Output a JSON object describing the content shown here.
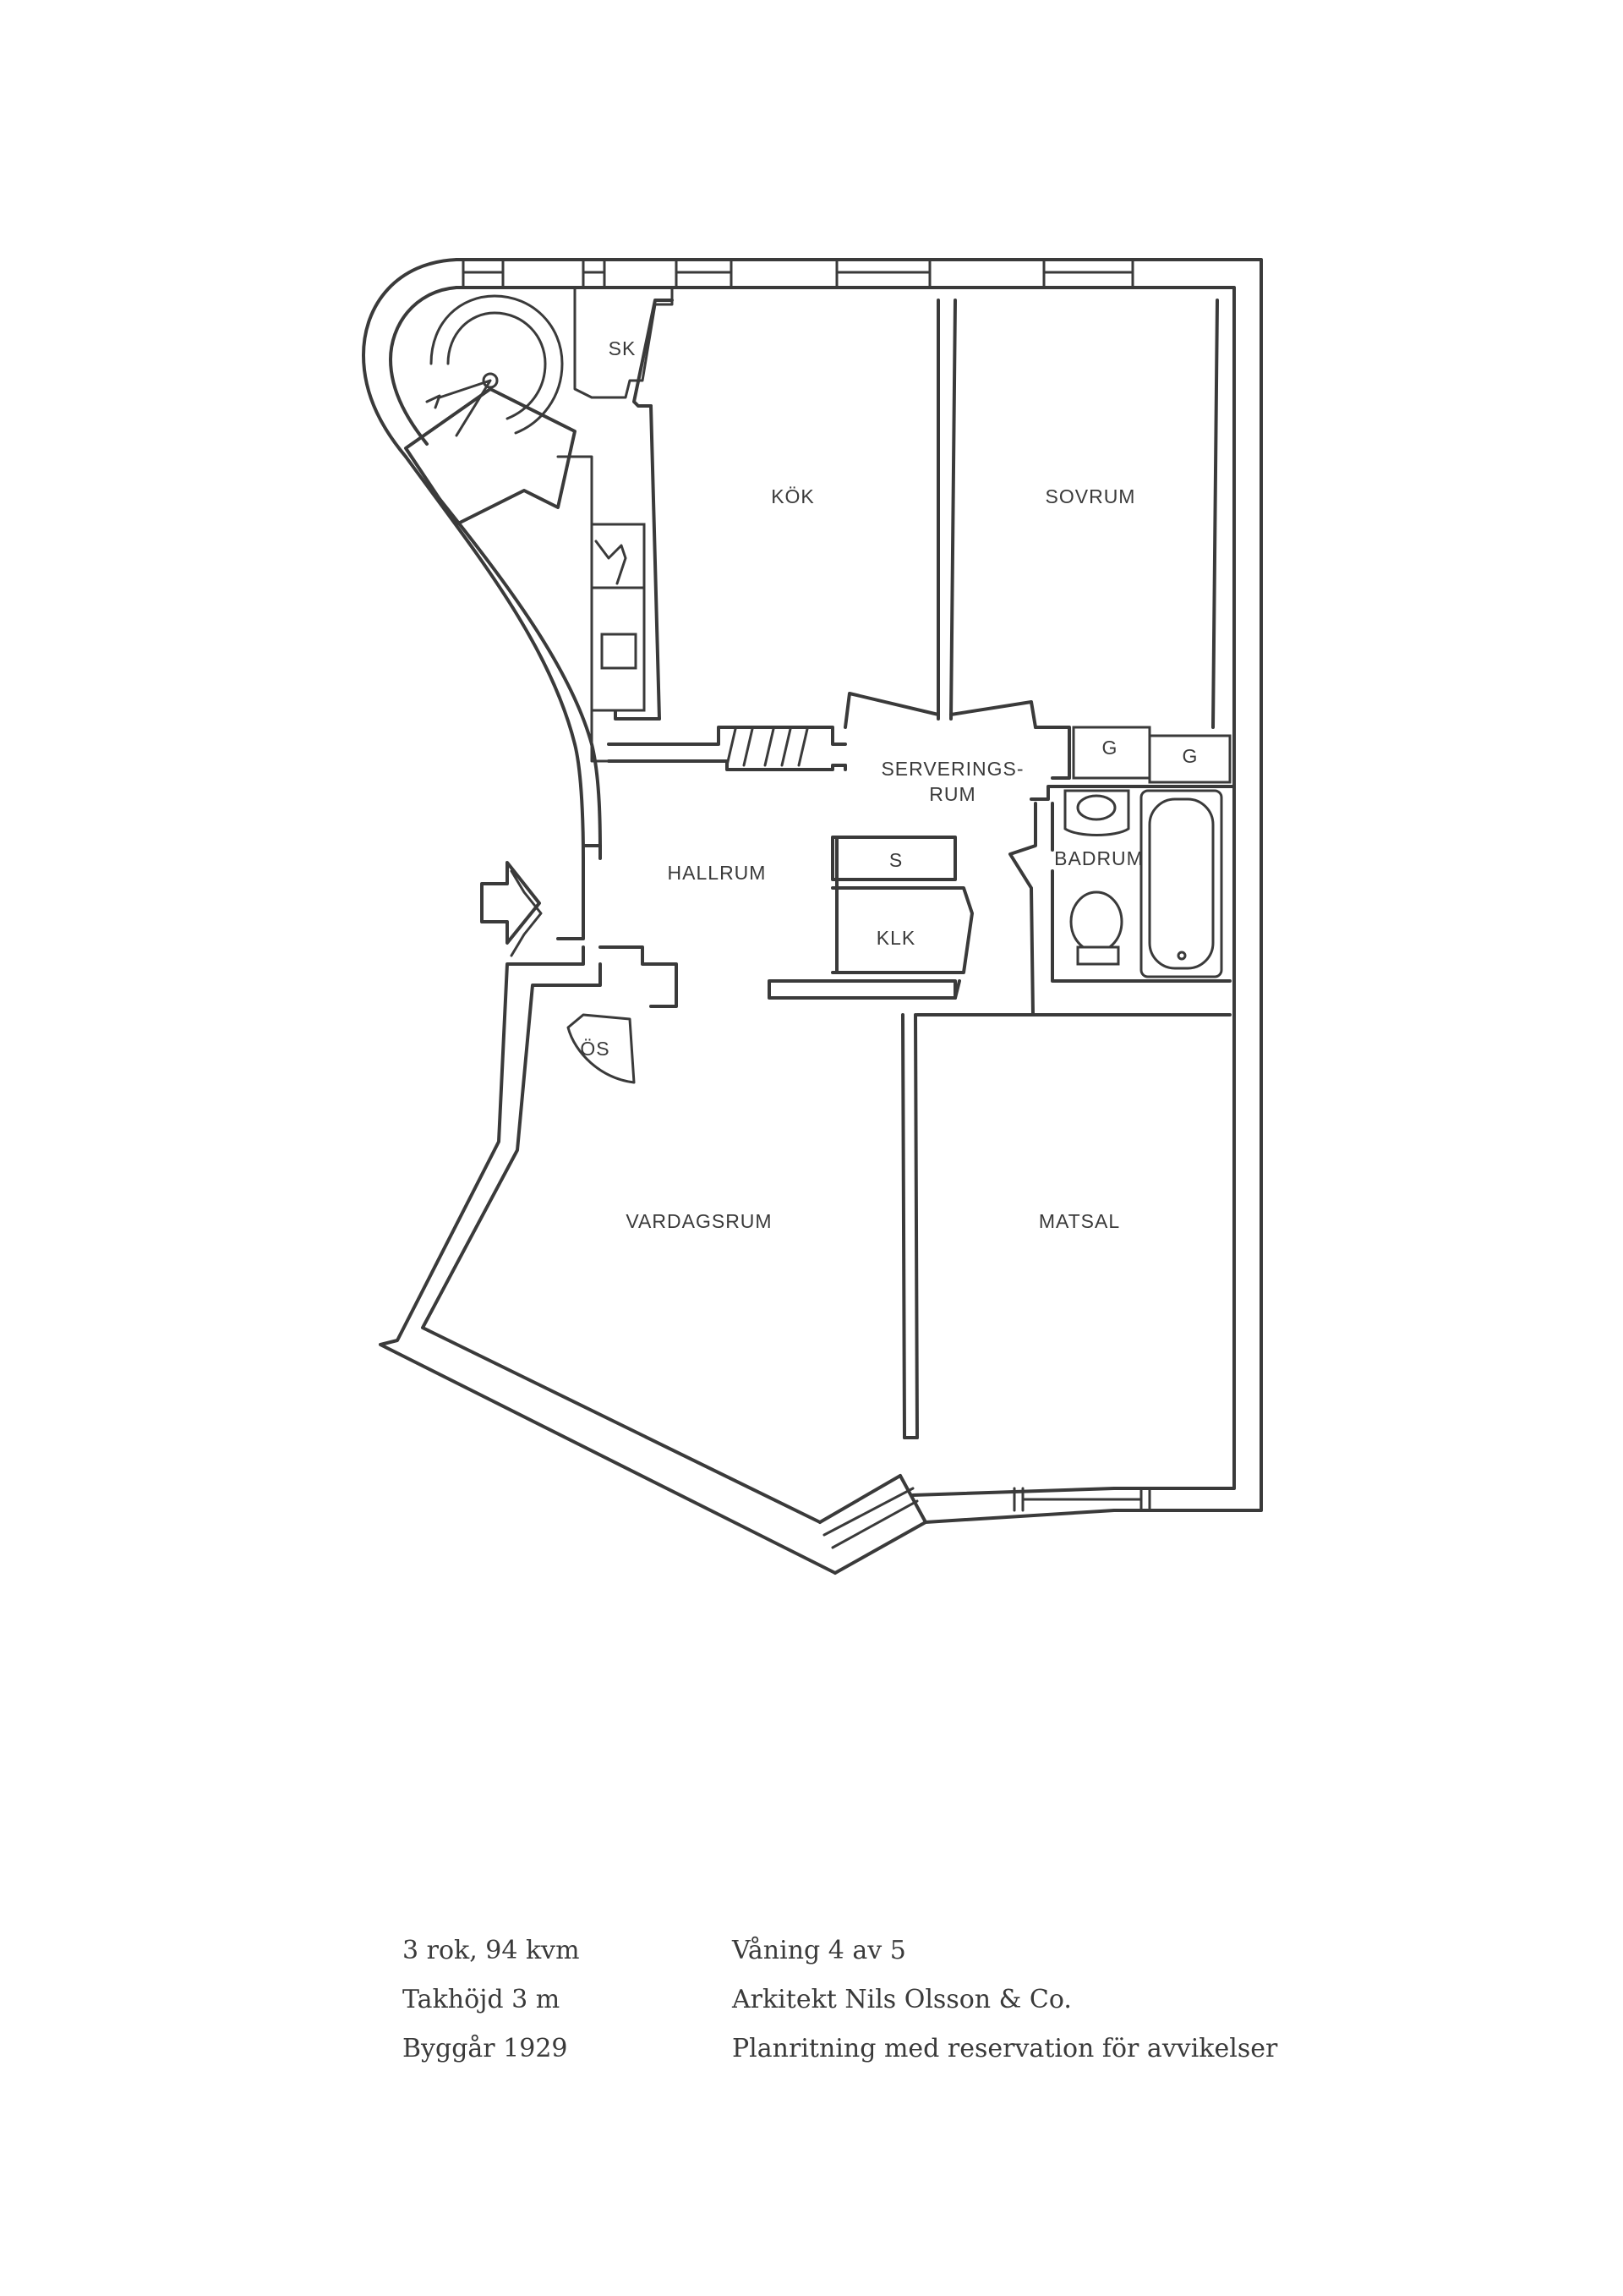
{
  "rooms": {
    "sk": "SK",
    "kok": "KÖK",
    "sovrum": "SOVRUM",
    "serverings_1": "SERVERINGS-",
    "serverings_2": "RUM",
    "g1": "G",
    "g2": "G",
    "badrum": "BADRUM",
    "hallrum": "HALLRUM",
    "s": "S",
    "klk": "KLK",
    "os": "ÖS",
    "vardagsrum": "VARDAGSRUM",
    "matsal": "MATSAL"
  },
  "facts": {
    "left": [
      "3 rok, 94 kvm",
      "Takhöjd 3 m",
      "Byggår 1929"
    ],
    "right": [
      "Våning 4 av 5",
      "Arkitekt Nils Olsson & Co.",
      "Planritning med reservation för avvikelser"
    ]
  }
}
